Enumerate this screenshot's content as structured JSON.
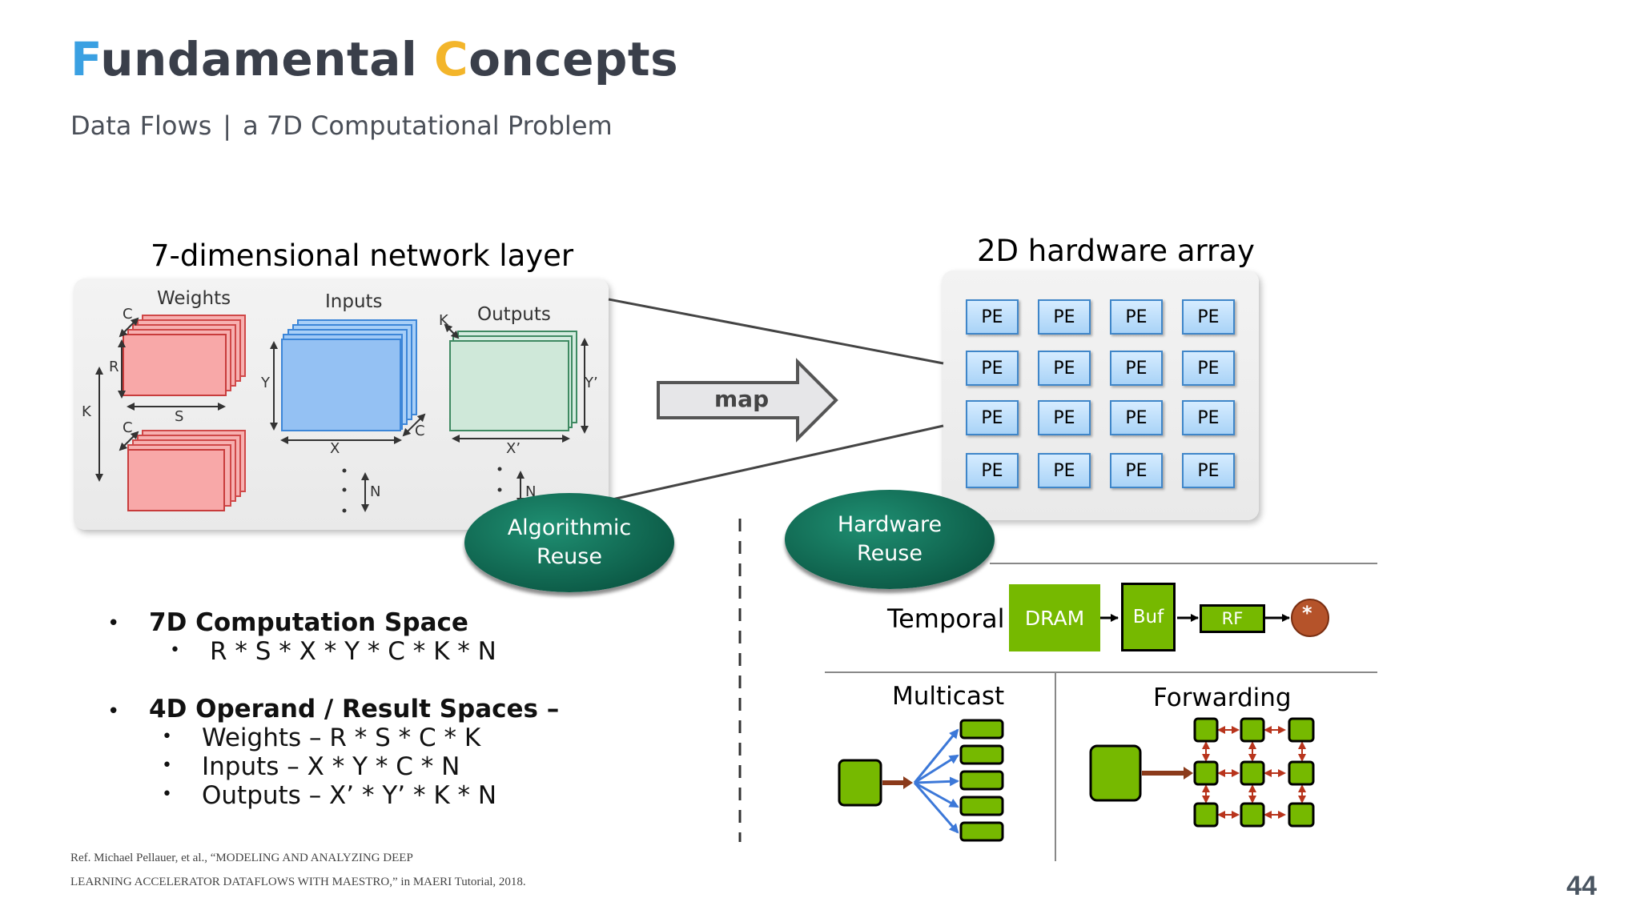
{
  "title": {
    "f_letter": "F",
    "word1_rest": "undamental",
    "c_letter": "C",
    "word2_rest": "oncepts"
  },
  "subtitle": {
    "left": "Data Flows",
    "separator": "|",
    "right": "a 7D Computational Problem"
  },
  "left_diagram": {
    "heading": "7-dimensional network layer",
    "weights_label": "Weights",
    "inputs_label": "Inputs",
    "outputs_label": "Outputs",
    "dims": {
      "c_top": "C",
      "r": "R",
      "k_side": "K",
      "s": "S",
      "c_bottom": "C",
      "y": "Y",
      "x": "X",
      "c_inputs": "C",
      "k_outputs": "K",
      "y_prime": "Y’",
      "x_prime": "X’",
      "n_inputs": "N",
      "n_outputs": "N"
    }
  },
  "map_label": "map",
  "right_diagram": {
    "heading": "2D hardware array",
    "pe_label": "PE"
  },
  "algorithmic_reuse": {
    "line1": "Algorithmic",
    "line2": "Reuse"
  },
  "hardware_reuse": {
    "line1": "Hardware",
    "line2": "Reuse"
  },
  "temporal": {
    "label": "Temporal",
    "dram": "DRAM",
    "buf": "Buf",
    "rf": "RF",
    "op": "*"
  },
  "multicast_label": "Multicast",
  "forwarding_label": "Forwarding",
  "bullets": {
    "b1": "7D Computation Space",
    "b1_sub": "R * S * X * Y * C * K * N",
    "b2": "4D Operand / Result Spaces –",
    "b2_sub1": "Weights – R * S * C * K",
    "b2_sub2": "Inputs – X * Y * C * N",
    "b2_sub3": "Outputs – X’ * Y’ * K * N"
  },
  "reference": {
    "line1": "Ref. Michael Pellauer, et al., “MODELING AND ANALYZING DEEP",
    "line2": "LEARNING ACCELERATOR DATAFLOWS WITH MAESTRO,” in MAERI Tutorial, 2018."
  },
  "page_number": "44",
  "colors": {
    "title_f": "#3aa0e2",
    "title_c": "#f3b52a",
    "teal": "#0c5a46",
    "green": "#76b900",
    "pe_blue": "#a9d3f7",
    "weight_red": "#f7a8a8",
    "input_blue": "#8fc1f5",
    "output_green": "#cfe8d9"
  }
}
